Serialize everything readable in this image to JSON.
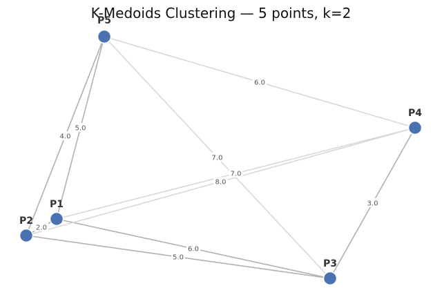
{
  "title": "K-Medoids Clustering — 5 points, k=2",
  "nodes": [
    {
      "id": "P1",
      "label": "P1"
    },
    {
      "id": "P2",
      "label": "P2"
    },
    {
      "id": "P3",
      "label": "P3"
    },
    {
      "id": "P4",
      "label": "P4"
    },
    {
      "id": "P5",
      "label": "P5"
    }
  ],
  "edges": [
    {
      "from": "P1",
      "to": "P2",
      "weight": "2.0"
    },
    {
      "from": "P1",
      "to": "P3",
      "weight": "6.0"
    },
    {
      "from": "P1",
      "to": "P4",
      "weight": "7.0"
    },
    {
      "from": "P1",
      "to": "P5",
      "weight": "5.0"
    },
    {
      "from": "P2",
      "to": "P3",
      "weight": "5.0"
    },
    {
      "from": "P2",
      "to": "P4",
      "weight": "8.0"
    },
    {
      "from": "P2",
      "to": "P5",
      "weight": "4.0"
    },
    {
      "from": "P3",
      "to": "P4",
      "weight": "3.0"
    },
    {
      "from": "P3",
      "to": "P5",
      "weight": "7.0"
    },
    {
      "from": "P4",
      "to": "P5",
      "weight": "6.0"
    }
  ],
  "colors": {
    "node": "#4a72b0",
    "edge_dark": "#b0b0b0",
    "edge_light": "#d8d8d8"
  }
}
